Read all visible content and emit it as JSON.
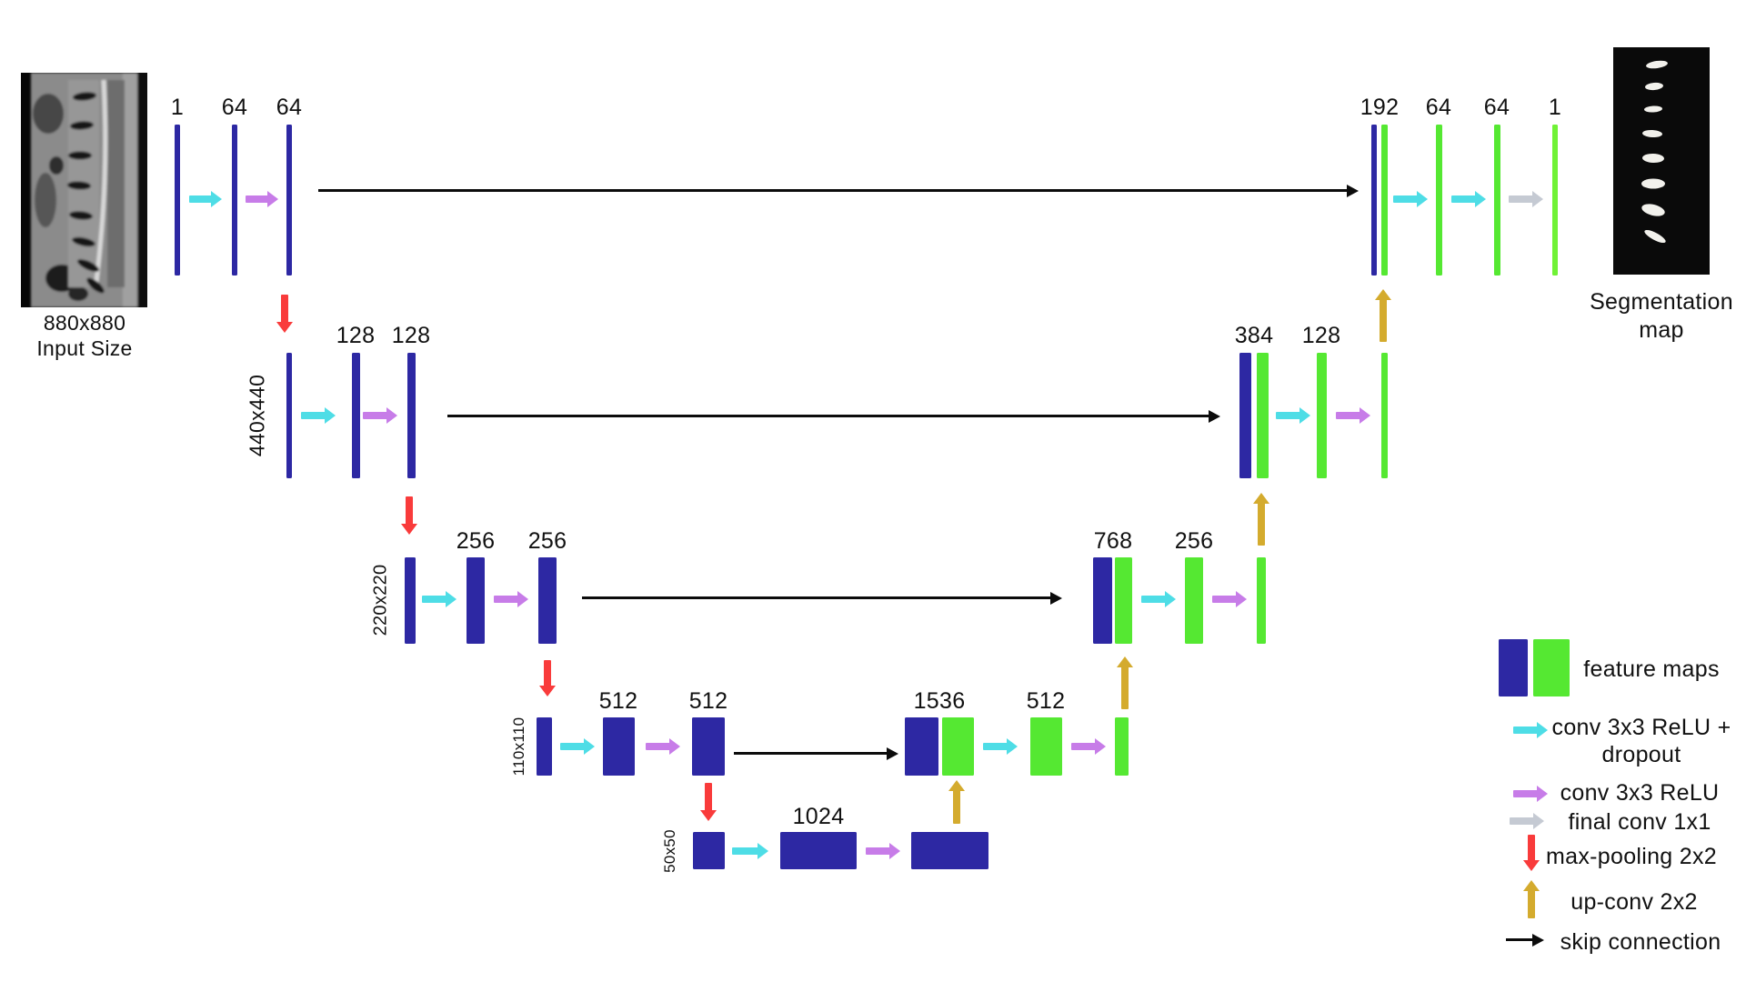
{
  "colors": {
    "navy": "#2d28a3",
    "green": "#55e832",
    "green_light": "#70f236",
    "cyan": "#4edde6",
    "purple": "#c77ce8",
    "red": "#f93b3b",
    "gold": "#d4ab2e",
    "gray": "#c5cad3",
    "arrow_black": "#0c0c0c"
  },
  "input_image": {
    "caption_line1": "880x880",
    "caption_line2": "Input Size"
  },
  "output_image": {
    "caption_line1": "Segmentation",
    "caption_line2": "map"
  },
  "encoder": {
    "level1": {
      "channel_labels": [
        "1",
        "64",
        "64"
      ]
    },
    "level2": {
      "resolution": "440x440",
      "channel_labels": [
        "128",
        "128"
      ]
    },
    "level3": {
      "resolution": "220x220",
      "channel_labels": [
        "256",
        "256"
      ]
    },
    "level4": {
      "resolution": "110x110",
      "channel_labels": [
        "512",
        "512"
      ]
    },
    "bottleneck": {
      "resolution": "50x50",
      "channel_labels": [
        "1024"
      ]
    }
  },
  "decoder": {
    "level4": {
      "channel_labels": [
        "1536",
        "512"
      ]
    },
    "level3": {
      "channel_labels": [
        "768",
        "256"
      ]
    },
    "level2": {
      "channel_labels": [
        "384",
        "128"
      ]
    },
    "level1": {
      "channel_labels": [
        "192",
        "64",
        "64",
        "1"
      ]
    }
  },
  "legend": {
    "feature_maps": "feature maps",
    "conv_dropout_line1": "conv 3x3 ReLU +",
    "conv_dropout_line2": "dropout",
    "conv": "conv 3x3 ReLU",
    "final_conv": "final conv 1x1",
    "max_pooling": "max-pooling 2x2",
    "up_conv": "up-conv 2x2",
    "skip_connection": "skip connection"
  }
}
